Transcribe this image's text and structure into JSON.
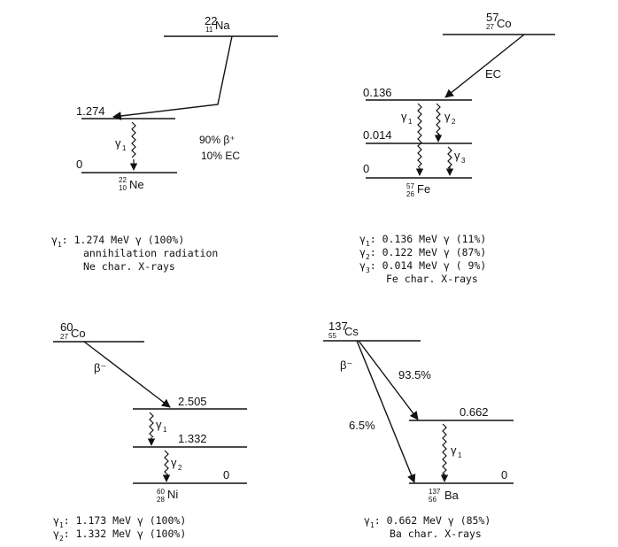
{
  "na22": {
    "parent": {
      "mass": "22",
      "z": "11",
      "symbol": "Na"
    },
    "level_upper": "1.274",
    "level_ground": "0",
    "gamma1": "γ",
    "gamma1_sub": "1",
    "branch_beta": "90% β⁺",
    "branch_ec": "10% EC",
    "daughter": {
      "mass": "22",
      "z": "10",
      "symbol": "Ne"
    },
    "legend": [
      {
        "sym": "γ",
        "sub": "1",
        "text": ":  1.274 MeV γ (100%)"
      },
      {
        "text": "annihilation radiation"
      },
      {
        "text": "Ne char. X-rays"
      }
    ]
  },
  "co57": {
    "parent": {
      "mass": "57",
      "z": "27",
      "symbol": "Co"
    },
    "decay_label": "EC",
    "level_top": "0.136",
    "level_mid": "0.014",
    "level_ground": "0",
    "gamma1_sub": "1",
    "gamma2_sub": "2",
    "gamma3_sub": "3",
    "daughter": {
      "mass": "57",
      "z": "26",
      "symbol": "Fe"
    },
    "legend": [
      {
        "sym": "γ",
        "sub": "1",
        "text": ":  0.136 MeV γ (11%)"
      },
      {
        "sym": "γ",
        "sub": "2",
        "text": ":  0.122 MeV γ (87%)"
      },
      {
        "sym": "γ",
        "sub": "3",
        "text": ":  0.014 MeV γ ( 9%)"
      },
      {
        "text": "Fe char. X-rays"
      }
    ]
  },
  "co60": {
    "parent": {
      "mass": "60",
      "z": "27",
      "symbol": "Co"
    },
    "decay_label": "β⁻",
    "level_top": "2.505",
    "level_mid": "1.332",
    "level_ground": "0",
    "gamma1_sub": "1",
    "gamma2_sub": "2",
    "daughter": {
      "mass": "60",
      "z": "28",
      "symbol": "Ni"
    },
    "legend": [
      {
        "sym": "γ",
        "sub": "1",
        "text": ":  1.173 MeV γ (100%)"
      },
      {
        "sym": "γ",
        "sub": "2",
        "text": ":  1.332 MeV γ (100%)"
      }
    ]
  },
  "cs137": {
    "parent": {
      "mass": "137",
      "z": "55",
      "symbol": "Cs"
    },
    "decay_label": "β⁻",
    "branch_major": "93.5%",
    "branch_minor": "6.5%",
    "level_top": "0.662",
    "level_ground": "0",
    "gamma1_sub": "1",
    "daughter": {
      "mass": "137",
      "z": "56",
      "symbol": "Ba"
    },
    "legend": [
      {
        "sym": "γ",
        "sub": "1",
        "text": ":  0.662 MeV γ (85%)"
      },
      {
        "text": "Ba char. X-rays"
      }
    ]
  },
  "symbols": {
    "gamma": "γ"
  },
  "colors": {
    "ink": "#111111",
    "background": "#ffffff"
  }
}
